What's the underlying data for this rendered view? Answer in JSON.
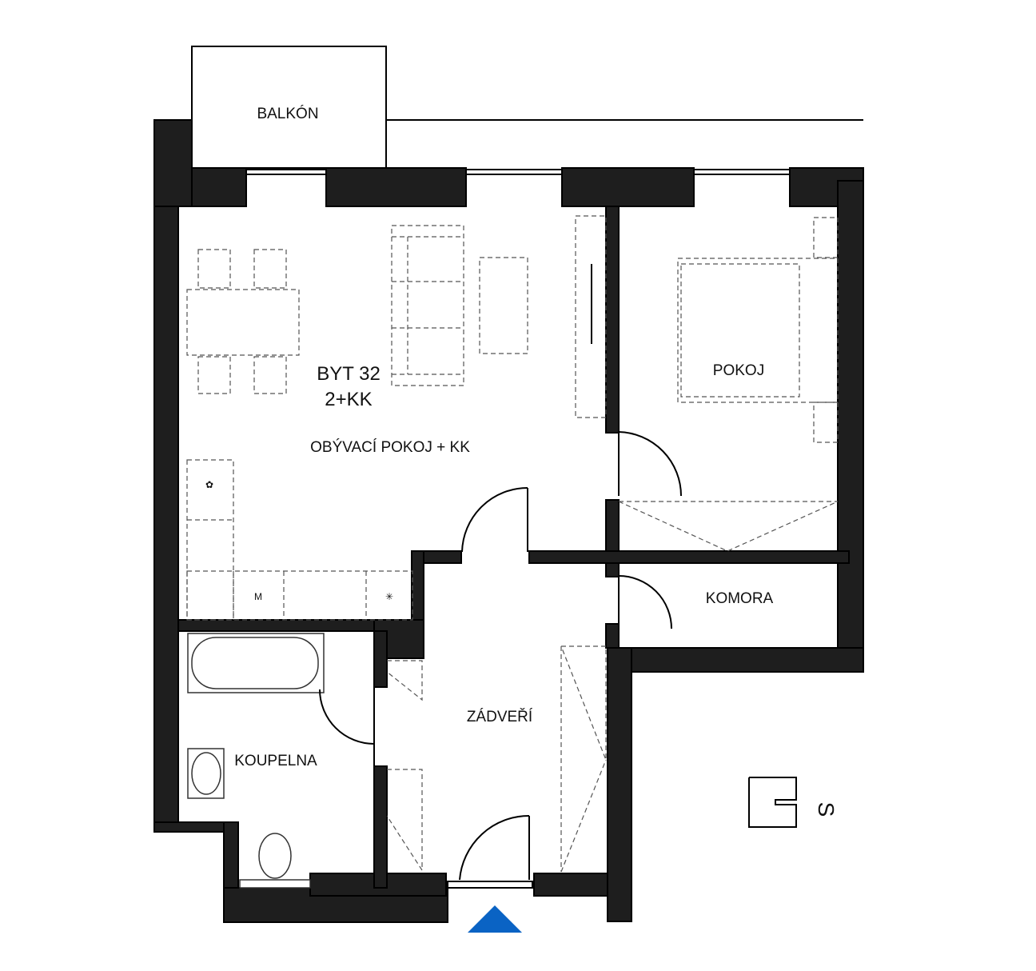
{
  "apartment": {
    "name": "BYT 32",
    "layout": "2+KK"
  },
  "rooms": {
    "balcony": "BALKÓN",
    "living_kitchen": "OBÝVACÍ POKOJ + KK",
    "bedroom": "POKOJ",
    "storage": "KOMORA",
    "hall": "ZÁDVEŘÍ",
    "bathroom": "KOUPELNA"
  },
  "appliance_marks": {
    "washer": "M"
  },
  "compass": {
    "direction": "S"
  },
  "colors": {
    "wall": "#1e1e1e",
    "entrance_arrow": "#0a63c4"
  }
}
